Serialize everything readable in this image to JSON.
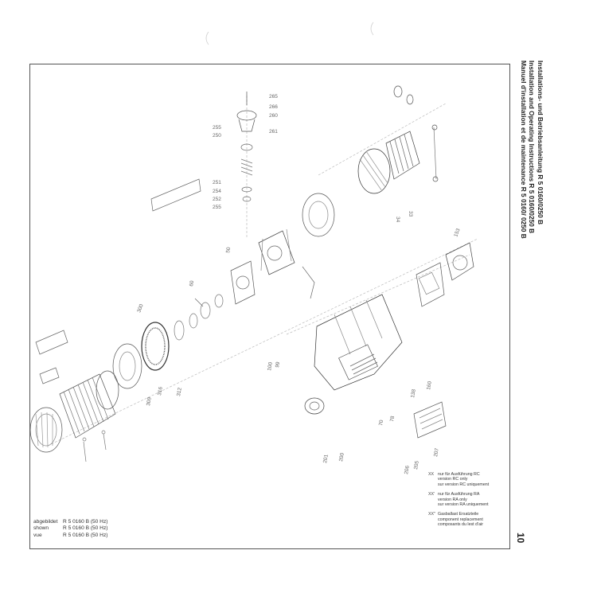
{
  "header": {
    "title_lines": [
      "Installations- und Betriebsanleitung R 5 0160/0250 B",
      "Installation and Operating Instructions R 5 0160/0250 B",
      "Manuel d'installation et de maintenance R 5 0160/ 0250 B"
    ]
  },
  "page_number": "10",
  "legend": [
    {
      "symbol": "XX",
      "lines": [
        "nur für Ausführung RC",
        "version RC only",
        "sur version RC uniquement"
      ]
    },
    {
      "symbol": "XX'",
      "lines": [
        "nur für Ausführung RA",
        "version RA only",
        "sur version RA uniquement"
      ]
    },
    {
      "symbol": "XX''",
      "lines": [
        "Gasballast Ersatzteile",
        "component replacement",
        "composants du lest d'air"
      ]
    }
  ],
  "info": {
    "rows": [
      {
        "label": "abgebildet",
        "value": "R 5 0160 B (50 Hz)"
      },
      {
        "label": "shown",
        "value": "R 5 0160 B (50 Hz)"
      },
      {
        "label": "vue",
        "value": "R 5 0160 B (50 Hz)"
      }
    ]
  },
  "diagram": {
    "callouts": [
      {
        "id": "c265",
        "text": "265"
      },
      {
        "id": "c266",
        "text": "266"
      },
      {
        "id": "c260",
        "text": "260"
      },
      {
        "id": "c261",
        "text": "261"
      },
      {
        "id": "c255a",
        "text": "255"
      },
      {
        "id": "c250",
        "text": "250"
      },
      {
        "id": "c251",
        "text": "251"
      },
      {
        "id": "c254",
        "text": "254"
      },
      {
        "id": "c252",
        "text": "252"
      },
      {
        "id": "c255b",
        "text": "255"
      },
      {
        "id": "c34",
        "text": "34"
      },
      {
        "id": "c33",
        "text": "33"
      },
      {
        "id": "c153",
        "text": "153"
      },
      {
        "id": "c300",
        "text": "300"
      },
      {
        "id": "c316",
        "text": "316"
      },
      {
        "id": "c312",
        "text": "312"
      },
      {
        "id": "c309",
        "text": "309"
      },
      {
        "id": "c201",
        "text": "201"
      },
      {
        "id": "c200",
        "text": "200"
      },
      {
        "id": "c206",
        "text": "206"
      },
      {
        "id": "c205",
        "text": "205"
      },
      {
        "id": "c207",
        "text": "207"
      },
      {
        "id": "c100",
        "text": "100"
      },
      {
        "id": "c99",
        "text": "99"
      },
      {
        "id": "c50",
        "text": "50"
      },
      {
        "id": "c60",
        "text": "60"
      },
      {
        "id": "c70",
        "text": "70"
      },
      {
        "id": "c78",
        "text": "78"
      },
      {
        "id": "c138",
        "text": "138"
      },
      {
        "id": "c160",
        "text": "160"
      }
    ]
  }
}
